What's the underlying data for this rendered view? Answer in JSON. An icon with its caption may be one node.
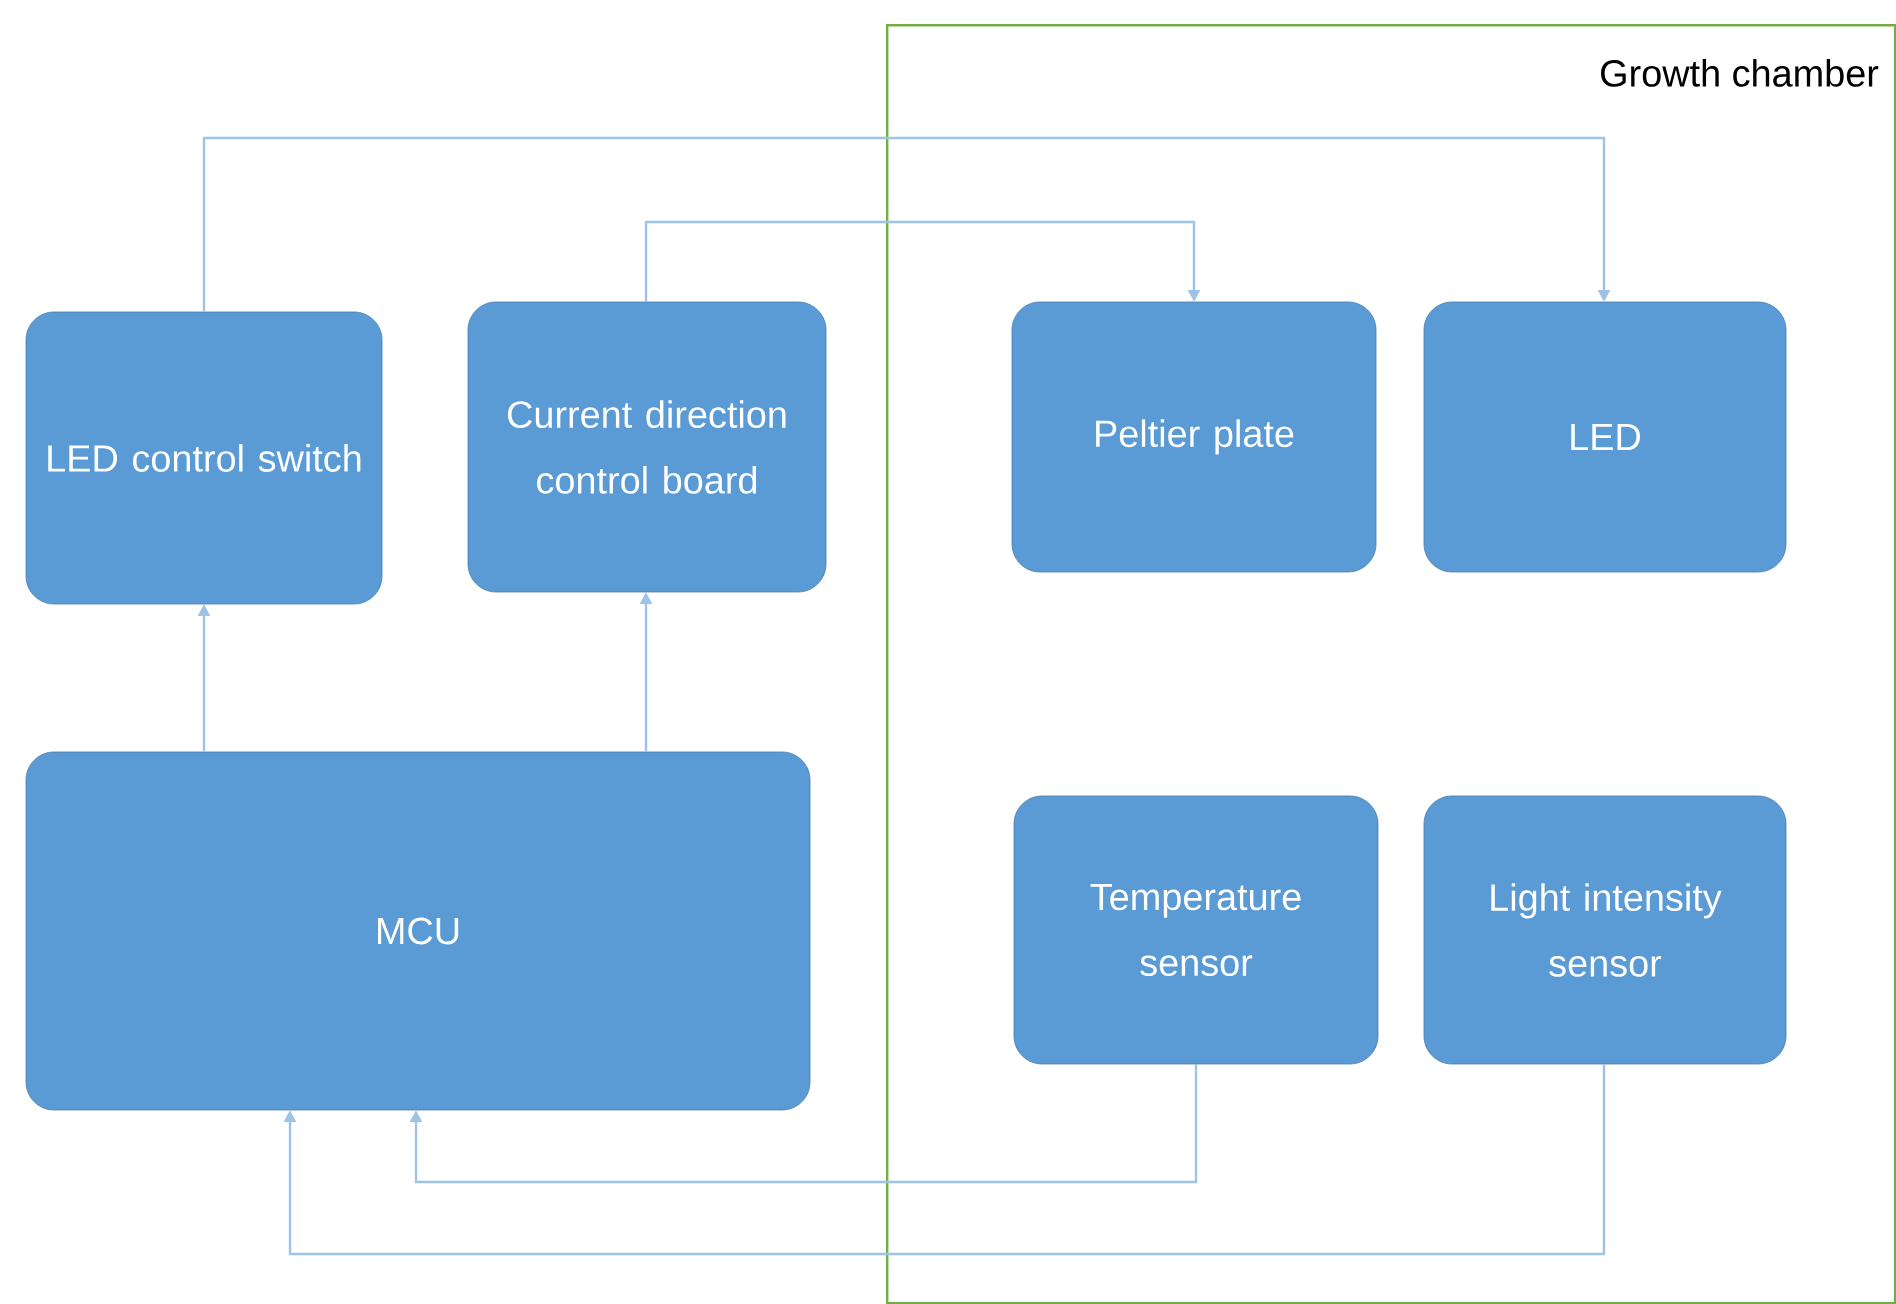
{
  "diagram": {
    "nodes": [
      {
        "text": [
          "Growth chamber"
        ]
      },
      {
        "text": [
          "LED control switch"
        ]
      },
      {
        "text": [
          "Current direction control board"
        ]
      },
      {
        "text": [
          "MCU"
        ]
      },
      {
        "text": [
          "Peltier plate"
        ],
        "in": 0
      },
      {
        "text": [
          "LED"
        ],
        "in": 0
      },
      {
        "text": [
          "Temperature sensor"
        ],
        "in": 0
      },
      {
        "text": [
          "Light intensity sensor"
        ],
        "in": 0
      }
    ],
    "edges": [
      {
        "from": 3,
        "to": 1,
        "arrow": "to"
      },
      {
        "from": 3,
        "to": 2,
        "arrow": "to"
      },
      {
        "from": 1,
        "to": 5,
        "arrow": "to"
      },
      {
        "from": 2,
        "to": 4,
        "arrow": "to"
      },
      {
        "from": 6,
        "to": 3,
        "arrow": "to"
      },
      {
        "from": 7,
        "to": 3,
        "arrow": "to"
      }
    ]
  }
}
